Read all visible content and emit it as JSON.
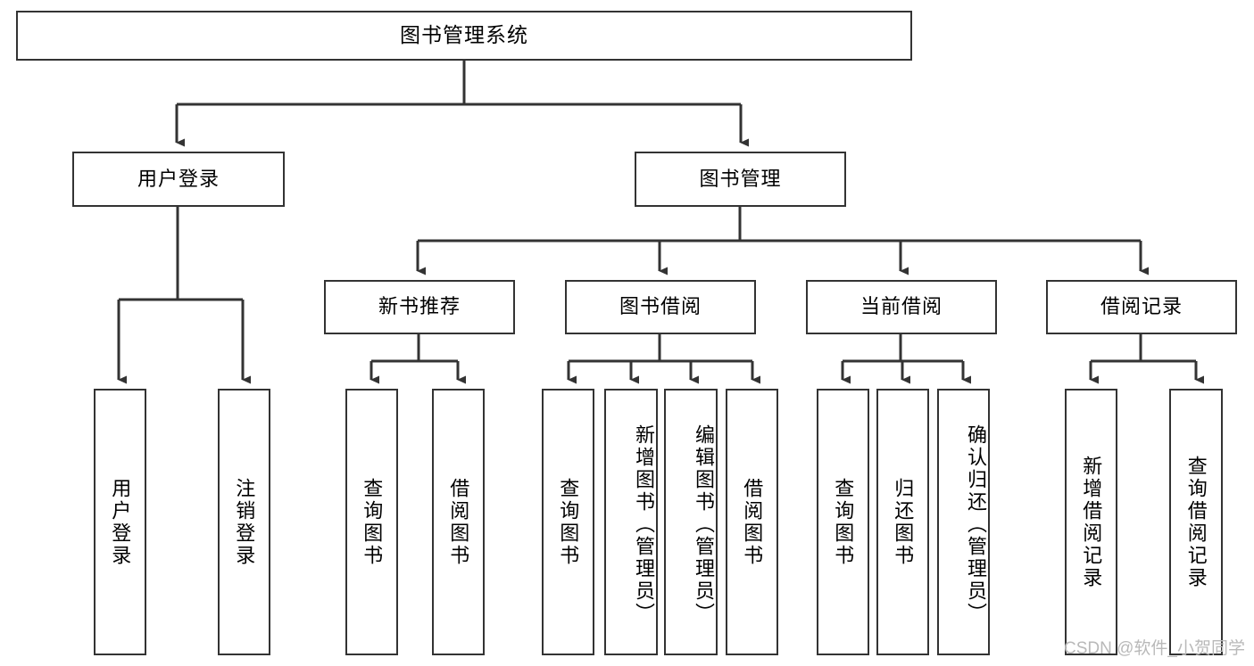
{
  "diagram": {
    "title": "图书管理系统",
    "type": "hierarchy-tree",
    "root": {
      "id": "root",
      "label": "图书管理系统",
      "orientation": "horizontal"
    },
    "level2": [
      {
        "id": "user-login",
        "label": "用户登录",
        "orientation": "horizontal"
      },
      {
        "id": "book-management",
        "label": "图书管理",
        "orientation": "horizontal"
      }
    ],
    "level3": [
      {
        "id": "new-book-recommend",
        "label": "新书推荐",
        "orientation": "horizontal",
        "parent": "book-management"
      },
      {
        "id": "book-borrow",
        "label": "图书借阅",
        "orientation": "horizontal",
        "parent": "book-management"
      },
      {
        "id": "current-borrow",
        "label": "当前借阅",
        "orientation": "horizontal",
        "parent": "book-management"
      },
      {
        "id": "borrow-record",
        "label": "借阅记录",
        "orientation": "horizontal",
        "parent": "book-management"
      }
    ],
    "leaves": [
      {
        "id": "leaf-user-login",
        "label": "用户登录",
        "parent": "user-login",
        "orientation": "vertical"
      },
      {
        "id": "leaf-user-logout",
        "label": "注销登录",
        "parent": "user-login",
        "orientation": "vertical"
      },
      {
        "id": "leaf-query-book-1",
        "label": "查询图书",
        "parent": "new-book-recommend",
        "orientation": "vertical"
      },
      {
        "id": "leaf-borrow-book-1",
        "label": "借阅图书",
        "parent": "new-book-recommend",
        "orientation": "vertical"
      },
      {
        "id": "leaf-query-book-2",
        "label": "查询图书",
        "parent": "book-borrow",
        "orientation": "vertical"
      },
      {
        "id": "leaf-add-book",
        "label": "新增图书（管理员）",
        "parent": "book-borrow",
        "orientation": "vertical"
      },
      {
        "id": "leaf-edit-book",
        "label": "编辑图书（管理员）",
        "parent": "book-borrow",
        "orientation": "vertical"
      },
      {
        "id": "leaf-borrow-book-2",
        "label": "借阅图书",
        "parent": "book-borrow",
        "orientation": "vertical"
      },
      {
        "id": "leaf-query-book-3",
        "label": "查询图书",
        "parent": "current-borrow",
        "orientation": "vertical"
      },
      {
        "id": "leaf-return-book",
        "label": "归还图书",
        "parent": "current-borrow",
        "orientation": "vertical"
      },
      {
        "id": "leaf-confirm-return",
        "label": "确认归还（管理员）",
        "parent": "current-borrow",
        "orientation": "vertical"
      },
      {
        "id": "leaf-add-record",
        "label": "新增借阅记录",
        "parent": "borrow-record",
        "orientation": "vertical"
      },
      {
        "id": "leaf-query-record",
        "label": "查询借阅记录",
        "parent": "borrow-record",
        "orientation": "vertical"
      }
    ],
    "colors": {
      "border": "#333333",
      "background": "#ffffff",
      "text": "#000000",
      "edge": "#333333",
      "watermark": "#b9b9b9"
    }
  },
  "watermark": {
    "text": "CSDN @软件_小贺同学"
  }
}
